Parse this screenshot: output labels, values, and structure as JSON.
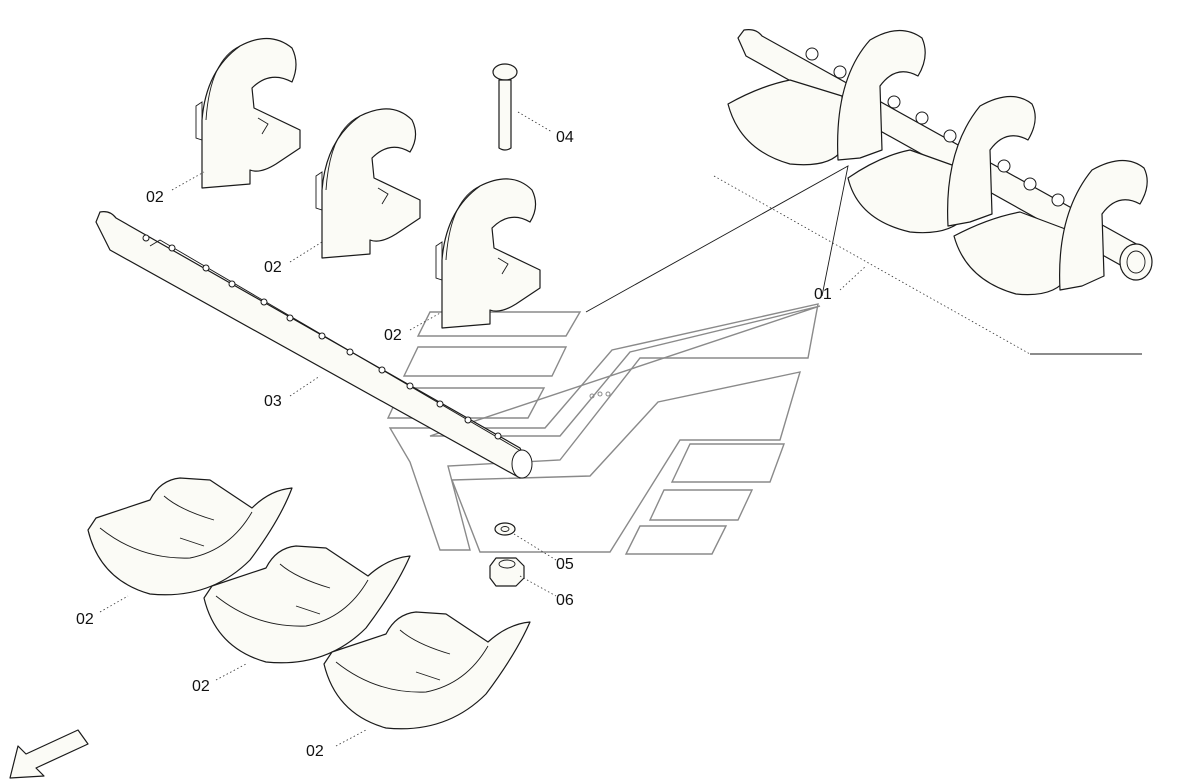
{
  "callouts": {
    "assembly": "01",
    "flight_upper_1": "02",
    "flight_upper_2": "02",
    "flight_upper_3": "02",
    "flight_lower_1": "02",
    "flight_lower_2": "02",
    "flight_lower_3": "02",
    "shaft": "03",
    "bolt": "04",
    "washer": "05",
    "nut": "06"
  },
  "icons": {
    "direction_arrow": "arrow-down-left-icon",
    "watermark": "brand-logo-watermark"
  },
  "colors": {
    "line": "#1a1a1a",
    "part_fill": "#fbfbf6",
    "watermark": "#8a8a8a"
  }
}
